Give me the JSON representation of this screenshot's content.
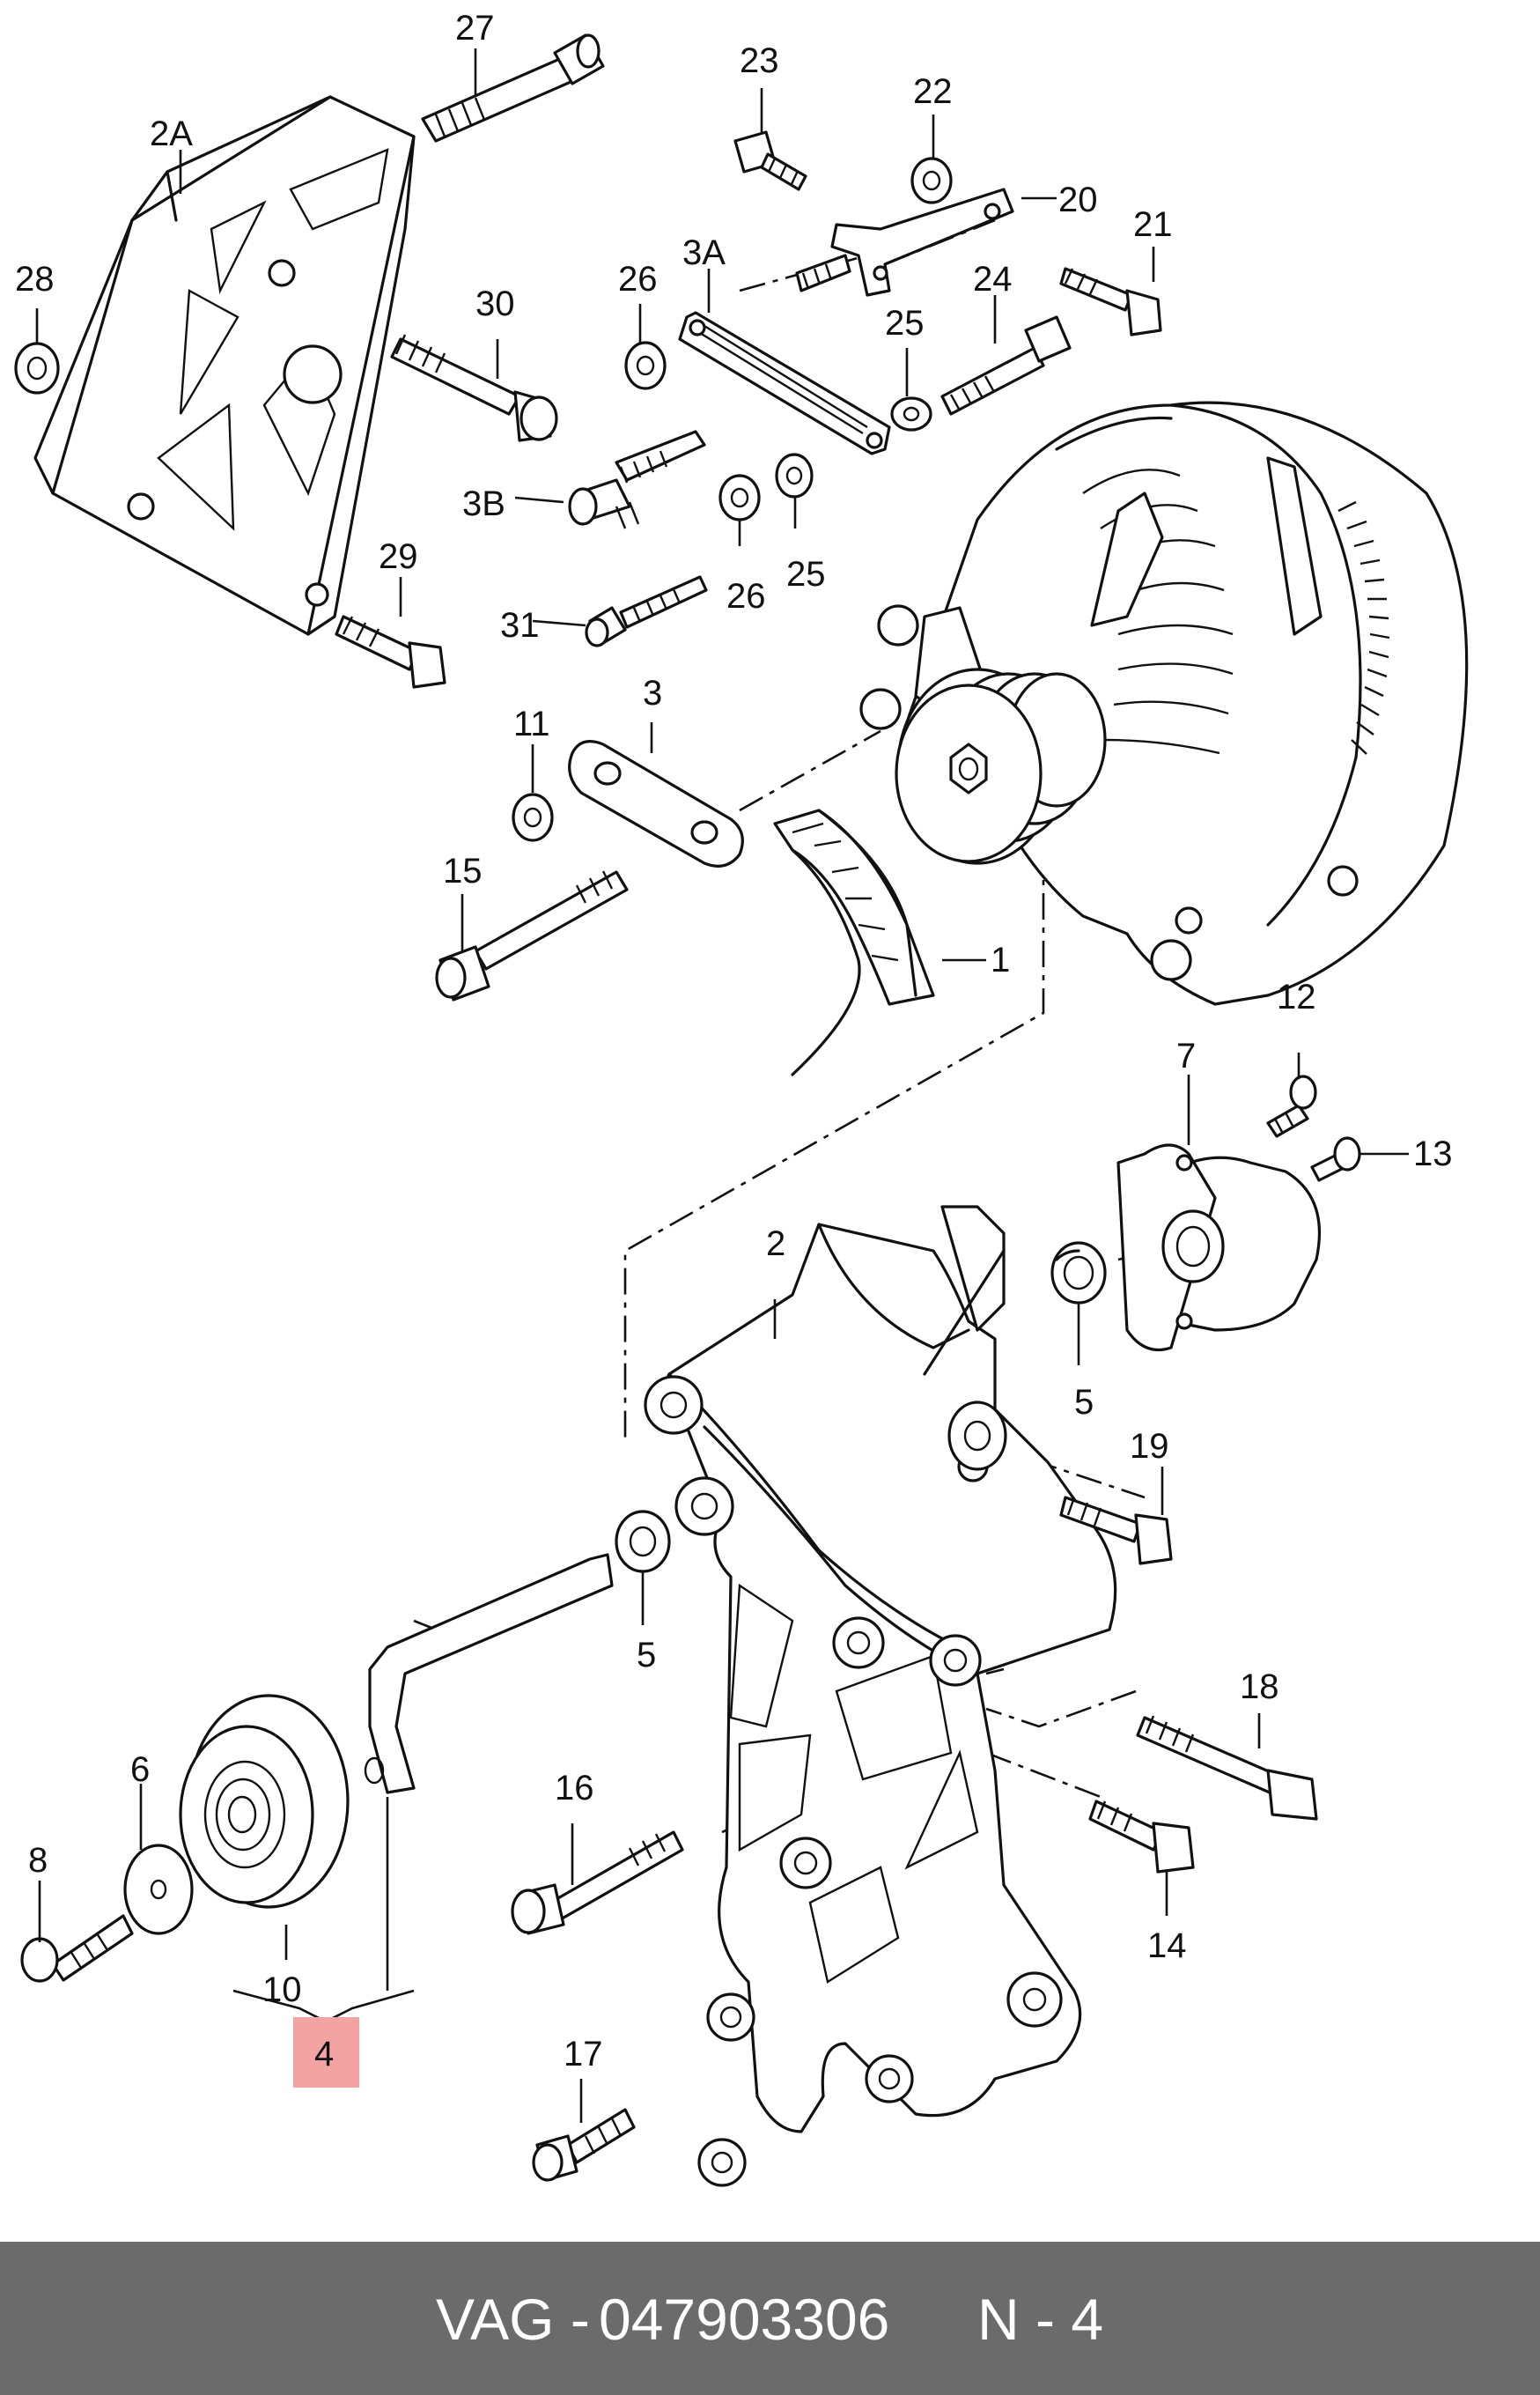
{
  "diagram": {
    "labels": {
      "l1": "1",
      "l2": "2",
      "l2A": "2A",
      "l3": "3",
      "l3A": "3A",
      "l3B": "3B",
      "l4": "4",
      "l5a": "5",
      "l5b": "5",
      "l6": "6",
      "l7": "7",
      "l8": "8",
      "l10": "10",
      "l11": "11",
      "l12": "12",
      "l13": "13",
      "l14": "14",
      "l15": "15",
      "l16": "16",
      "l17": "17",
      "l18": "18",
      "l19": "19",
      "l20": "20",
      "l21": "21",
      "l22": "22",
      "l23": "23",
      "l24": "24",
      "l25a": "25",
      "l25b": "25",
      "l26a": "26",
      "l26b": "26",
      "l27": "27",
      "l28": "28",
      "l29": "29",
      "l30": "30",
      "l31": "31"
    },
    "highlight_color": "#f4a3a3"
  },
  "footer": {
    "brand": "VAG -",
    "part_number": "047903306",
    "position": "N - 4",
    "background": "#6b6b6b"
  }
}
